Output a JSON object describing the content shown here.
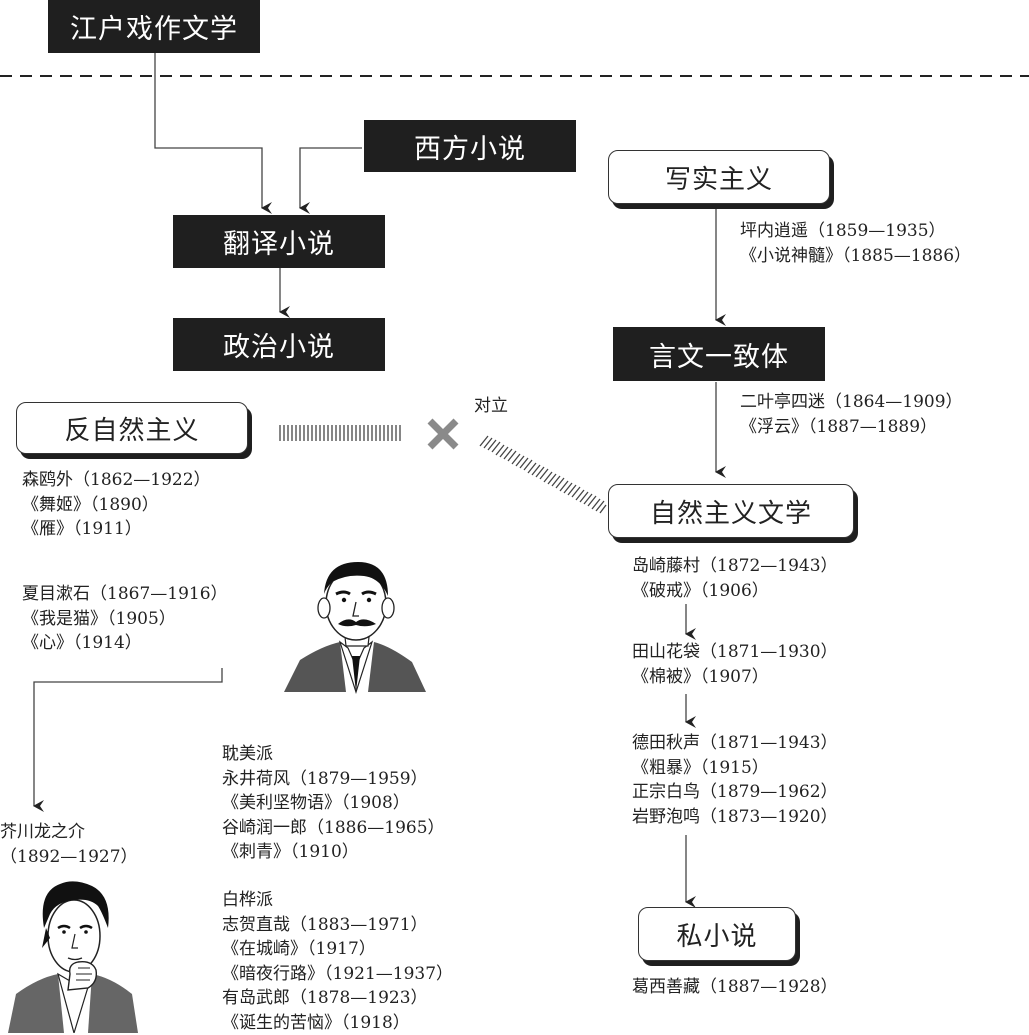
{
  "nodes": {
    "edo": "江户戏作文学",
    "western": "西方小说",
    "translated": "翻译小说",
    "political": "政治小说",
    "realism": "写实主义",
    "genbun": "言文一致体",
    "anti_naturalism": "反自然主义",
    "naturalism": "自然主义文学",
    "i_novel": "私小说"
  },
  "labels": {
    "opposition": "对立"
  },
  "notes": {
    "tsubouchi": [
      "坪内逍遥（1859—1935）",
      "《小说神髓》（1885—1886）"
    ],
    "futabatei": [
      "二叶亭四迷（1864—1909）",
      "《浮云》（1887—1889）"
    ],
    "ogai": [
      "森鸥外（1862—1922）",
      "《舞姬》（1890）",
      "《雁》（1911）"
    ],
    "soseki": [
      "夏目漱石（1867—1916）",
      "《我是猫》（1905）",
      "《心》（1914）"
    ],
    "akutagawa": [
      "芥川龙之介",
      "（1892—1927）"
    ],
    "aesthetic": [
      "耽美派",
      "永井荷风（1879—1959）",
      "《美利坚物语》（1908）",
      "谷崎润一郎（1886—1965）",
      "《刺青》（1910）"
    ],
    "shirakaba": [
      "白桦派",
      "志贺直哉（1883—1971）",
      "《在城崎》（1917）",
      "《暗夜行路》（1921—1937）",
      "有岛武郎（1878—1923）",
      "《诞生的苦恼》（1918）"
    ],
    "toson": [
      "岛崎藤村（1872—1943）",
      "《破戒》（1906）"
    ],
    "katai": [
      "田山花袋（1871—1930）",
      "《棉被》（1907）"
    ],
    "shusei": [
      "德田秋声（1871—1943）",
      "《粗暴》（1915）",
      "正宗白鸟（1879—1962）",
      "岩野泡鸣（1873—1920）"
    ],
    "kasai": [
      "葛西善藏（1887—1928）"
    ]
  }
}
